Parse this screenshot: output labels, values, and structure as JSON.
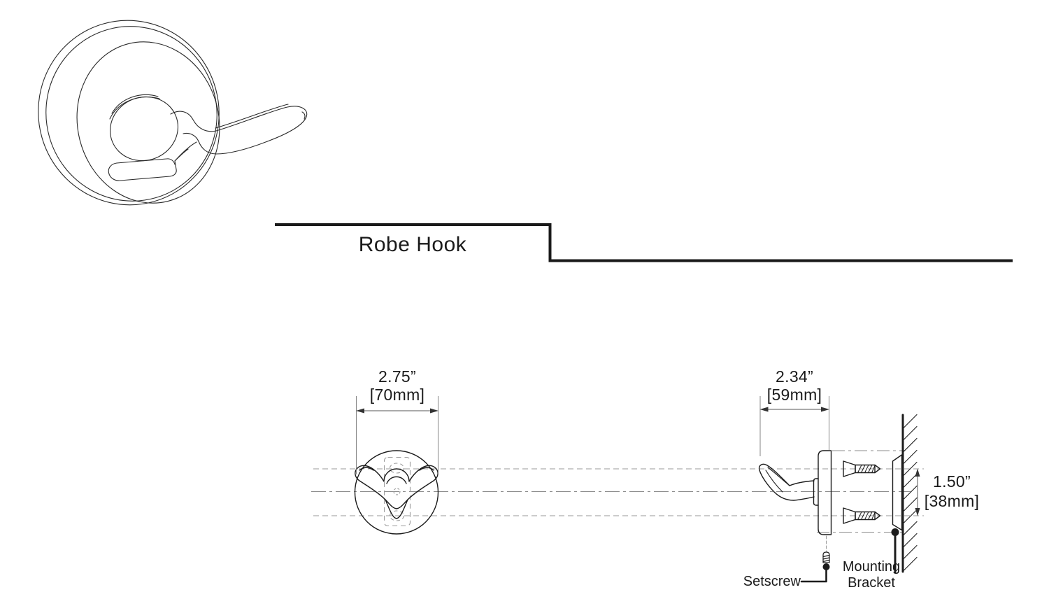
{
  "document": {
    "product_label": "Robe Hook"
  },
  "dimensions": {
    "front_width": {
      "inches": "2.75”",
      "metric": "[70mm]"
    },
    "side_depth": {
      "inches": "2.34”",
      "metric": "[59mm]"
    },
    "screw_spacing": {
      "inches": "1.50”",
      "metric": "[38mm]"
    }
  },
  "callouts": {
    "setscrew": "Setscrew",
    "mounting_bracket_line1": "Mounting",
    "mounting_bracket_line2": "Bracket"
  },
  "colors": {
    "line": "#1c1c1c",
    "hidden_line": "#9a9a9a",
    "center_line": "#8c8c8c",
    "dimension_line": "#555555",
    "text": "#1a1a1a",
    "background": "#ffffff"
  }
}
